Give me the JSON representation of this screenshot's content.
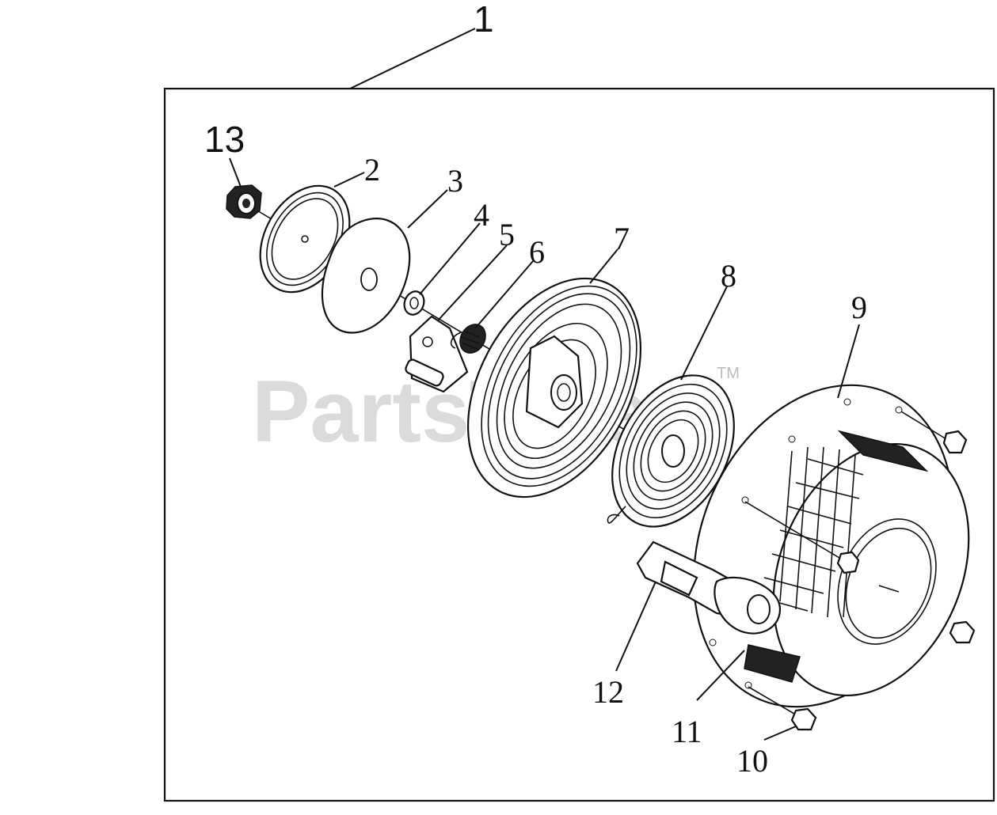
{
  "diagram": {
    "callouts": [
      {
        "id": "1",
        "text": "1"
      },
      {
        "id": "2",
        "text": "2"
      },
      {
        "id": "3",
        "text": "3"
      },
      {
        "id": "4",
        "text": "4"
      },
      {
        "id": "5",
        "text": "5"
      },
      {
        "id": "6",
        "text": "6"
      },
      {
        "id": "7",
        "text": "7"
      },
      {
        "id": "8",
        "text": "8"
      },
      {
        "id": "9",
        "text": "9"
      },
      {
        "id": "10",
        "text": "10"
      },
      {
        "id": "11",
        "text": "11"
      },
      {
        "id": "12",
        "text": "12"
      },
      {
        "id": "13",
        "text": "13"
      }
    ]
  },
  "watermark": {
    "text": "PartsTree",
    "trademark": "TM"
  },
  "colors": {
    "line": "#111111",
    "watermark": "#cfcfcf",
    "background": "#ffffff"
  }
}
